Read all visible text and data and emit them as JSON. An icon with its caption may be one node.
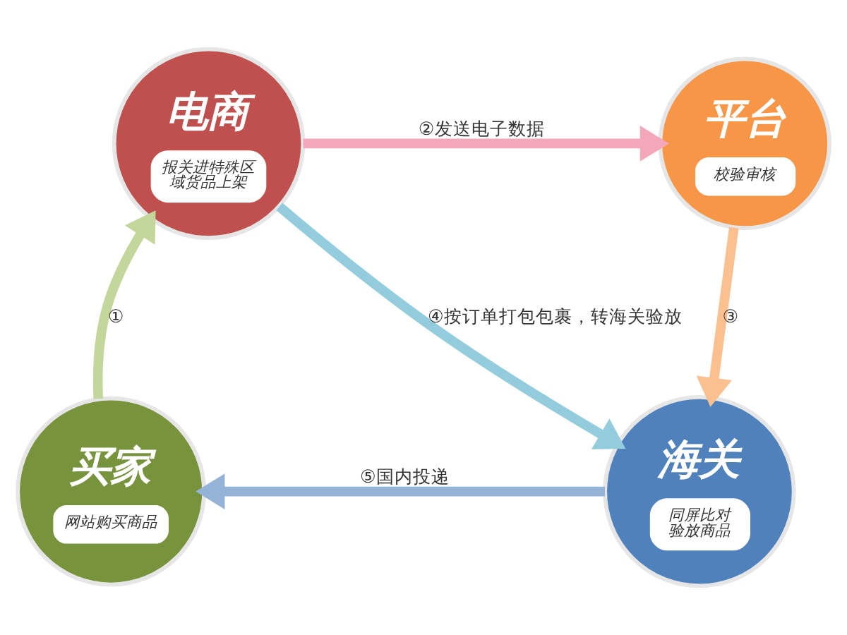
{
  "diagram": {
    "nodes": [
      {
        "text": [
          "电商",
          "报关进特殊区域货品上架"
        ]
      },
      {
        "text": [
          "平台",
          "校验审核"
        ]
      },
      {
        "text": [
          "买家",
          "网站购买商品"
        ]
      },
      {
        "text": [
          "海关",
          "同屏比对验放商品"
        ]
      }
    ],
    "edges": [
      {
        "from": 2,
        "to": 0,
        "arrow": "to",
        "label": "①",
        "color": "#c3d69b"
      },
      {
        "from": 0,
        "to": 1,
        "arrow": "to",
        "label": "②发送电子数据",
        "color": "#f4a7b9"
      },
      {
        "from": 1,
        "to": 3,
        "arrow": "to",
        "label": "③",
        "color": "#fac090"
      },
      {
        "from": 0,
        "to": 3,
        "arrow": "to",
        "label": "④按订单打包包裹，转海关验放",
        "color": "#93cddd"
      },
      {
        "from": 3,
        "to": 2,
        "arrow": "to",
        "label": "⑤国内投递",
        "color": "#95b3d7"
      }
    ]
  }
}
